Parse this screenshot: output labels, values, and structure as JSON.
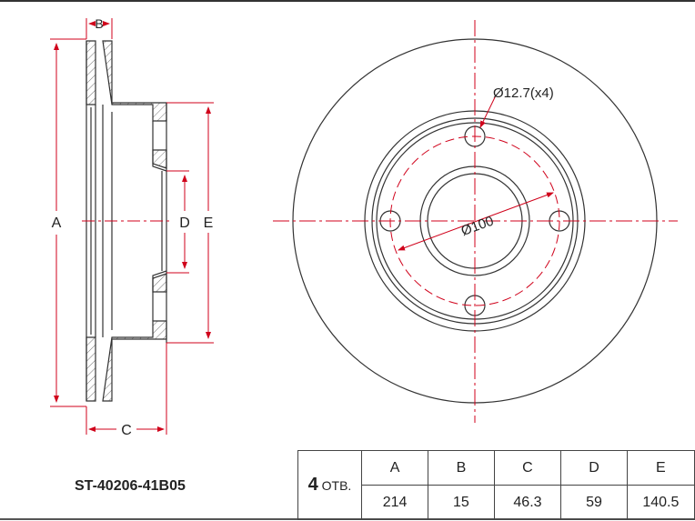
{
  "drawing": {
    "side_labels": {
      "a": "A",
      "b": "B",
      "c": "C",
      "d": "D",
      "e": "E"
    },
    "front_labels": {
      "bolt_hole": "Ø12.7(x4)",
      "pcd": "Ø100"
    },
    "colors": {
      "line": "#333333",
      "dimension": "#d0021b"
    }
  },
  "part_number": "ST-40206-41B05",
  "table": {
    "holes_count": "4",
    "holes_label": "ОТВ.",
    "headers": [
      "A",
      "B",
      "C",
      "D",
      "E"
    ],
    "values": [
      "214",
      "15",
      "46.3",
      "59",
      "140.5"
    ]
  }
}
